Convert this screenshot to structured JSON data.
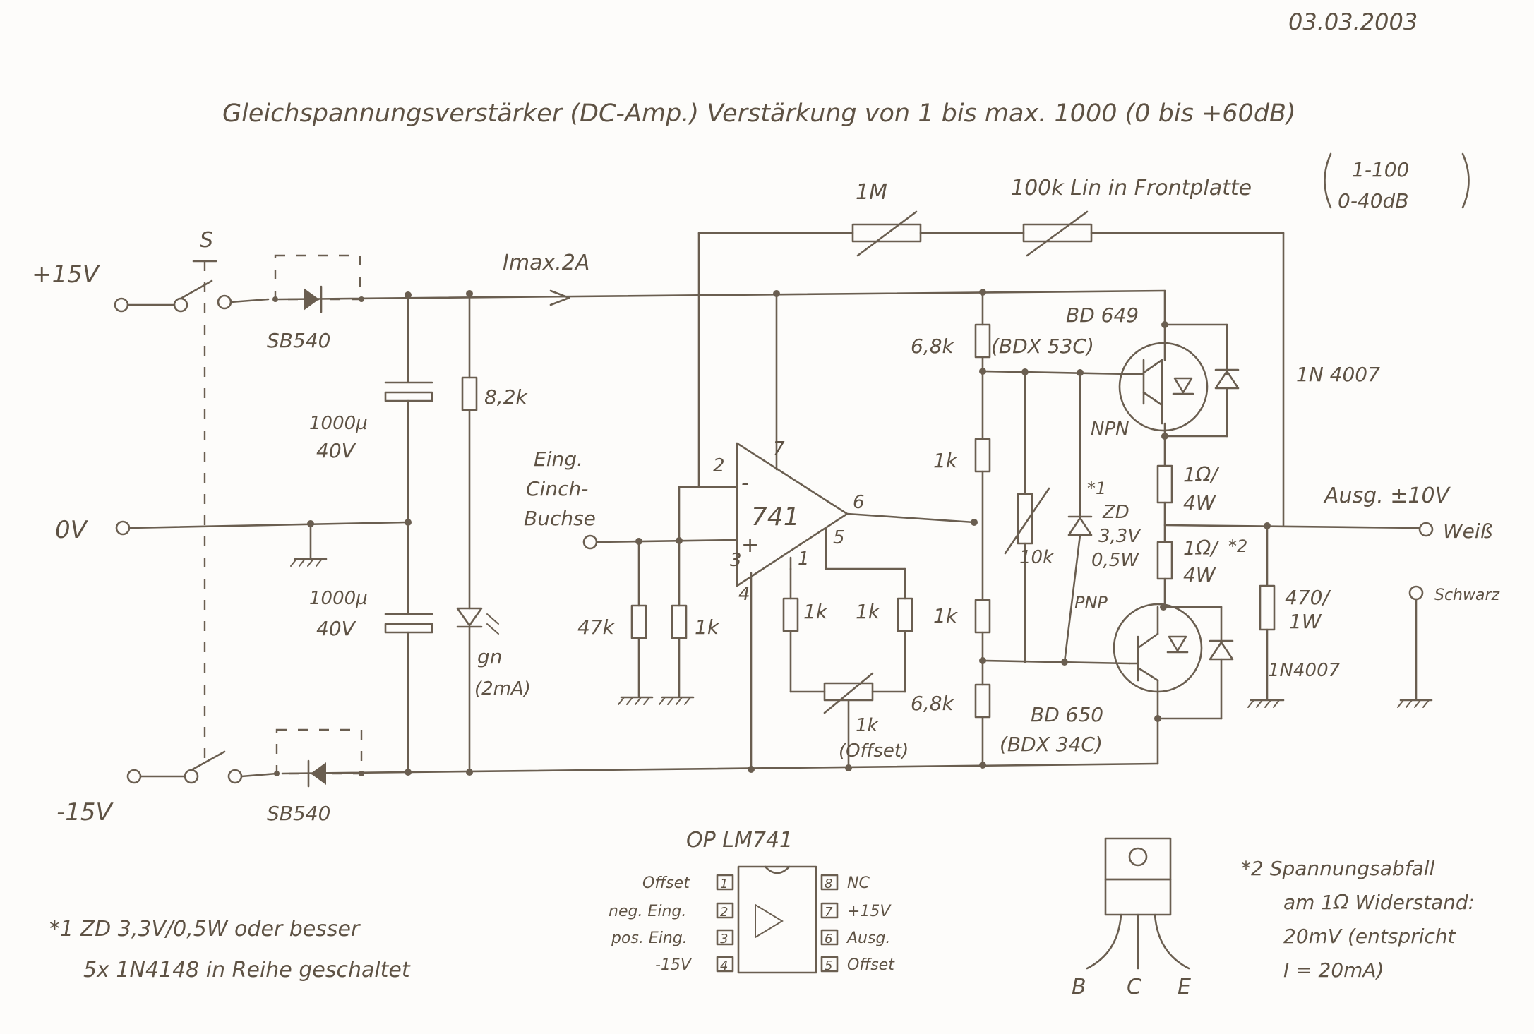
{
  "date": "03.03.2003",
  "title": "Gleichspannungsverstärker (DC-Amp.) Verstärkung von 1 bis max. 1000 (0 bis +60dB)",
  "supply": {
    "plus": "+15V",
    "zero": "0V",
    "minus": "-15V",
    "switch": "S",
    "current": "Imax.2A"
  },
  "diodes": {
    "top": "SB540",
    "bottom": "SB540"
  },
  "caps": {
    "c1": [
      "1000µ",
      "40V"
    ],
    "c2": [
      "1000µ",
      "40V"
    ]
  },
  "led": {
    "resistor": "8,2k",
    "color": "gn",
    "current": "(2mA)"
  },
  "feedback": {
    "pot1": "1M",
    "pot2": "100k Lin in Frontplatte",
    "range": [
      "1-100",
      "0-40dB"
    ]
  },
  "input": {
    "label": [
      "Eing.",
      "Cinch-",
      "Buchse"
    ],
    "r_in": "47k",
    "r_gnd": "1k"
  },
  "opamp": {
    "name": "741",
    "pins": [
      "2",
      "3",
      "7",
      "4",
      "6",
      "1",
      "5"
    ],
    "minus": "-",
    "plus": "+"
  },
  "offset": {
    "r1": "1k",
    "r2": "1k",
    "pot": [
      "1k",
      "(Offset)"
    ]
  },
  "bias": {
    "r_top": "6,8k",
    "r_mid1": "1k",
    "r_mid2": "1k",
    "r_bot": "6,8k",
    "pot": "10k",
    "zd": [
      "*1",
      "ZD",
      "3,3V",
      "0,5W"
    ]
  },
  "npn": {
    "name": "BD 649",
    "alt": "(BDX 53C)",
    "type": "NPN",
    "diode": "1N 4007"
  },
  "pnp": {
    "name": "BD 650",
    "alt": "(BDX 34C)",
    "type": "PNP",
    "diode": "1N4007"
  },
  "emitter_resistors": {
    "r1": [
      "1Ω/",
      "4W"
    ],
    "r2": [
      "1Ω/",
      "4W"
    ],
    "star2": "*2"
  },
  "output": {
    "label": "Ausg. ±10V",
    "white": "Weiß",
    "black": "Schwarz",
    "r_load": [
      "470/",
      "1W"
    ]
  },
  "ic_pinout": {
    "title": "OP LM741",
    "left": [
      {
        "label": "Offset",
        "pin": "1"
      },
      {
        "label": "neg. Eing.",
        "pin": "2"
      },
      {
        "label": "pos. Eing.",
        "pin": "3"
      },
      {
        "label": "-15V",
        "pin": "4"
      }
    ],
    "right": [
      {
        "label": "NC",
        "pin": "8"
      },
      {
        "label": "+15V",
        "pin": "7"
      },
      {
        "label": "Ausg.",
        "pin": "6"
      },
      {
        "label": "Offset",
        "pin": "5"
      }
    ]
  },
  "transistor_pins": [
    "B",
    "C",
    "E"
  ],
  "note1": [
    "*1 ZD 3,3V/0,5W oder besser",
    "5x 1N4148 in Reihe geschaltet"
  ],
  "note2": [
    "*2 Spannungsabfall",
    "am 1Ω Widerstand:",
    "20mV (entspricht",
    "I = 20mA)"
  ],
  "colors": {
    "paper": "#fdfcfa",
    "ink": "#6a5e50"
  }
}
